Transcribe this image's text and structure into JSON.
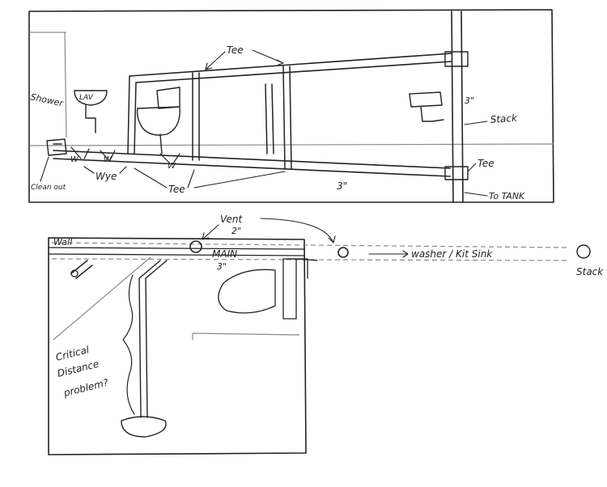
{
  "elevation": {
    "labels": {
      "shower": "Shower",
      "lav": "LAV",
      "tee_top": "Tee",
      "wye_fitting": "W",
      "wye": "Wye",
      "clean_out": "Clean out",
      "tee_bottom": "Tee",
      "main_size": "3\"",
      "stack_size": "3\"",
      "stack": "Stack",
      "tee_right": "Tee",
      "to_tank": "To TANK"
    }
  },
  "plan": {
    "labels": {
      "wall": "Wall",
      "vent": "Vent",
      "vent_size": "2\"",
      "main": "MAIN",
      "main_size": "3\"",
      "washer_sink": "washer / Kit Sink",
      "stack": "Stack",
      "critical_1": "Critical",
      "critical_2": "Distance",
      "critical_3": "problem?"
    }
  }
}
